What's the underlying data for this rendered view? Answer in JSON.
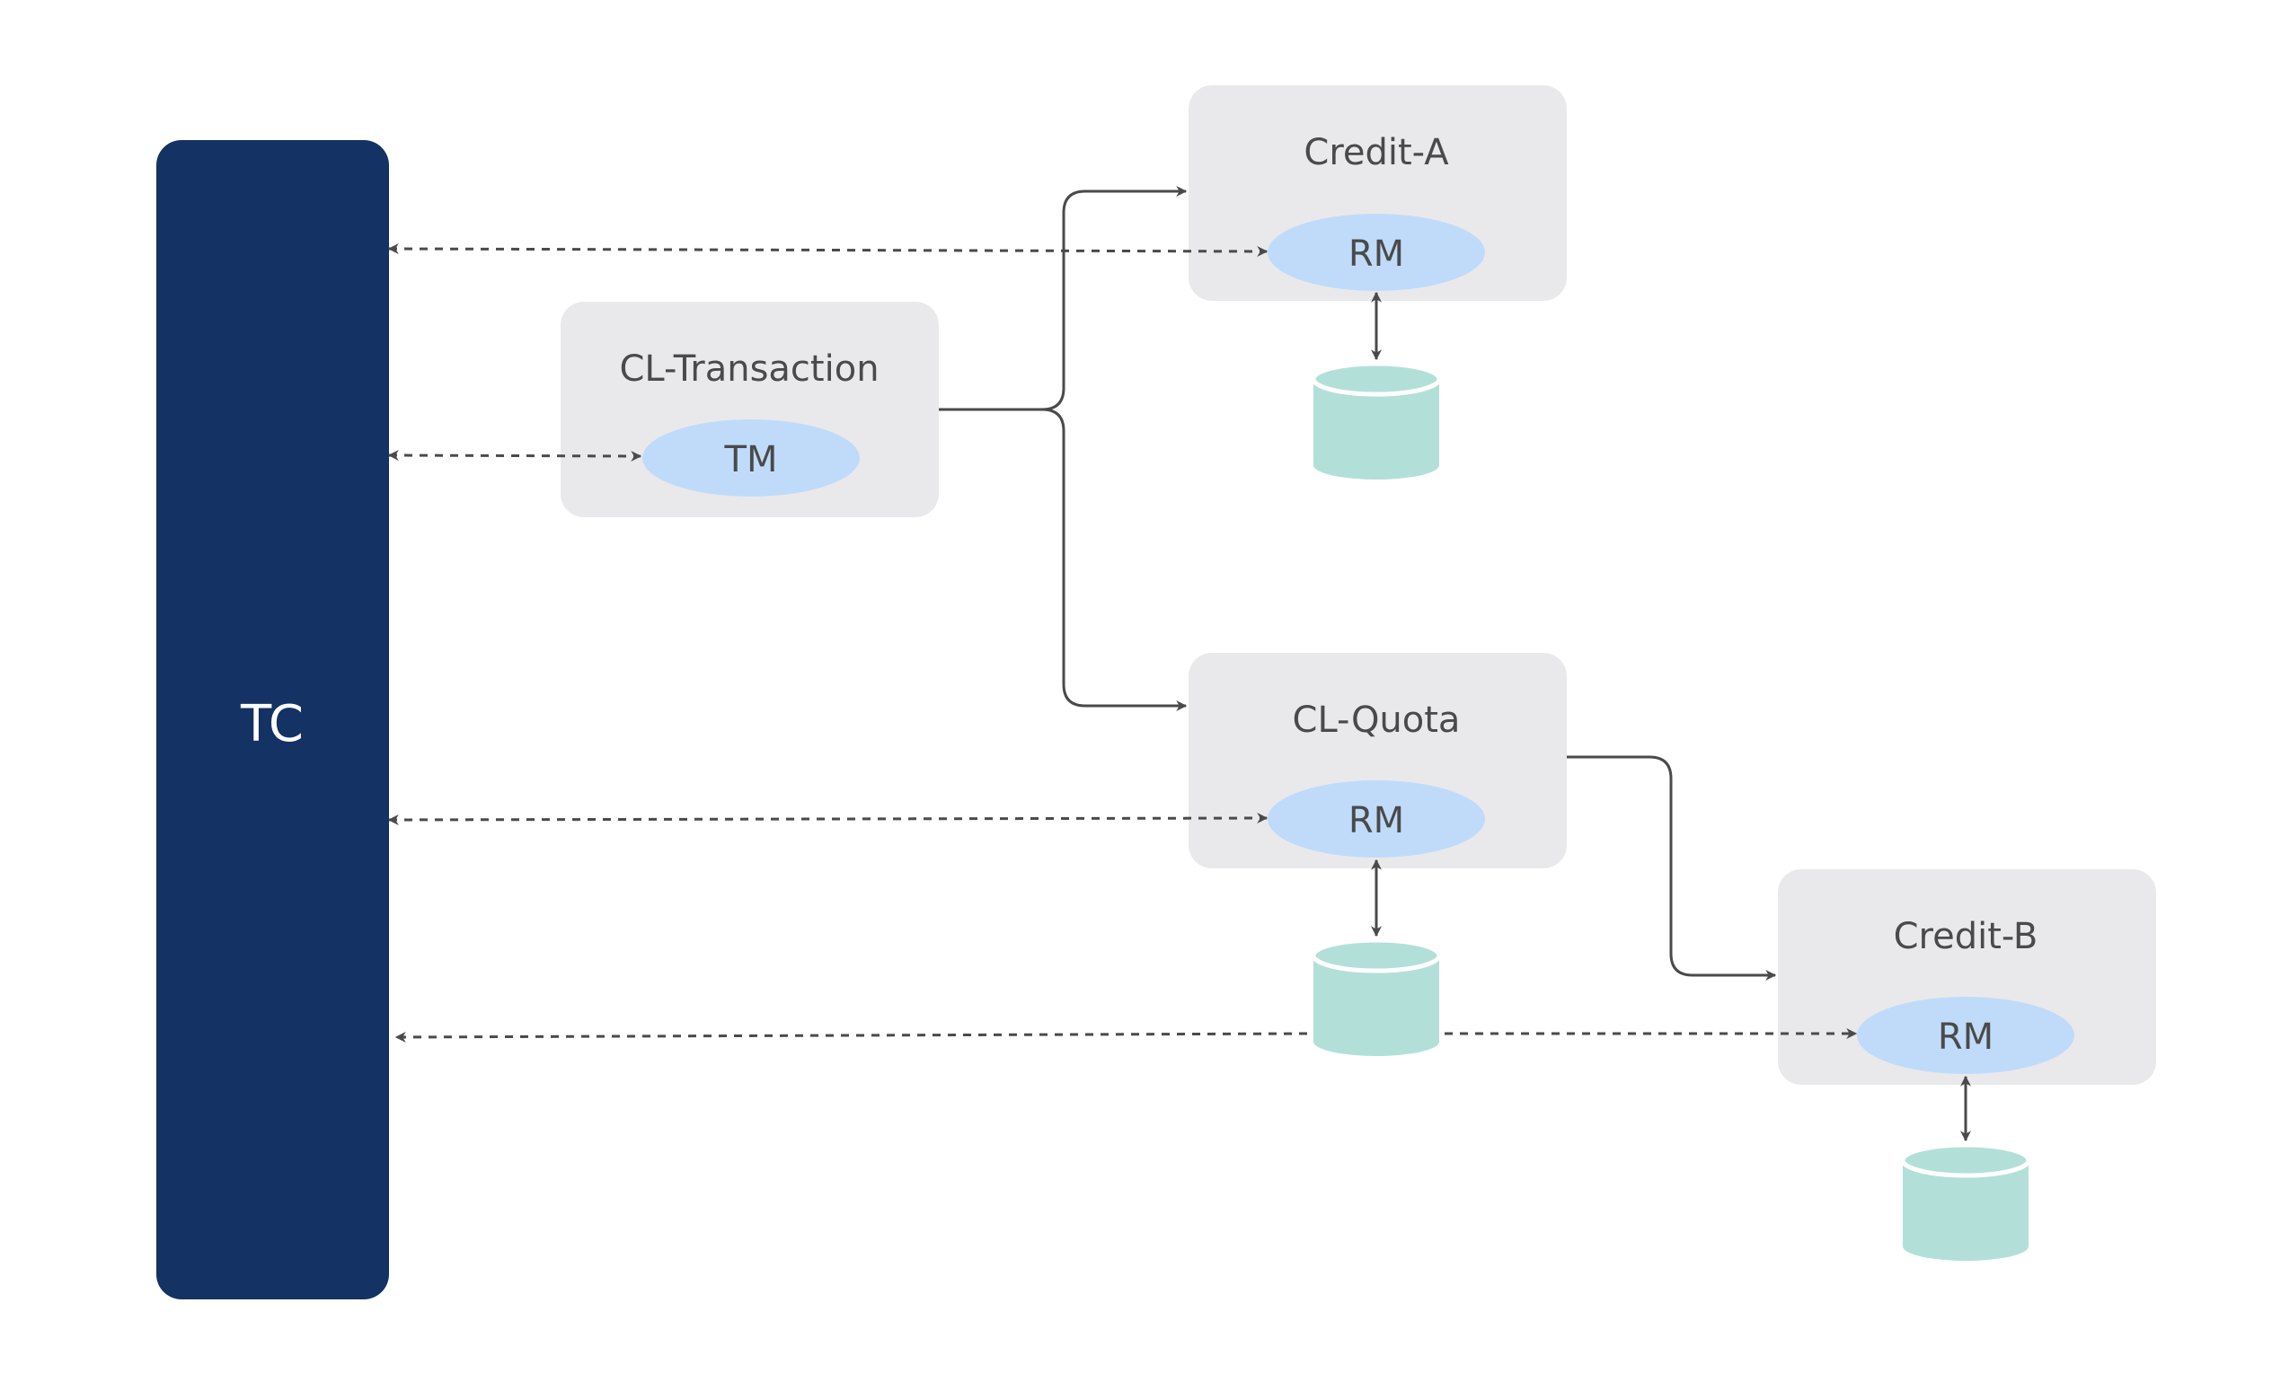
{
  "nodes": {
    "tc": {
      "label": "TC"
    },
    "cl_transaction": {
      "label": "CL-Transaction",
      "inner": "TM"
    },
    "credit_a": {
      "label": "Credit-A",
      "inner": "RM"
    },
    "cl_quota": {
      "label": "CL-Quota",
      "inner": "RM"
    },
    "credit_b": {
      "label": "Credit-B",
      "inner": "RM"
    }
  },
  "colors": {
    "tc_fill": "#143263",
    "service_box": "#e9e9eb",
    "ellipse": "#c0dbfa",
    "database": "#b2e0d9",
    "line": "#4a4a4a"
  }
}
